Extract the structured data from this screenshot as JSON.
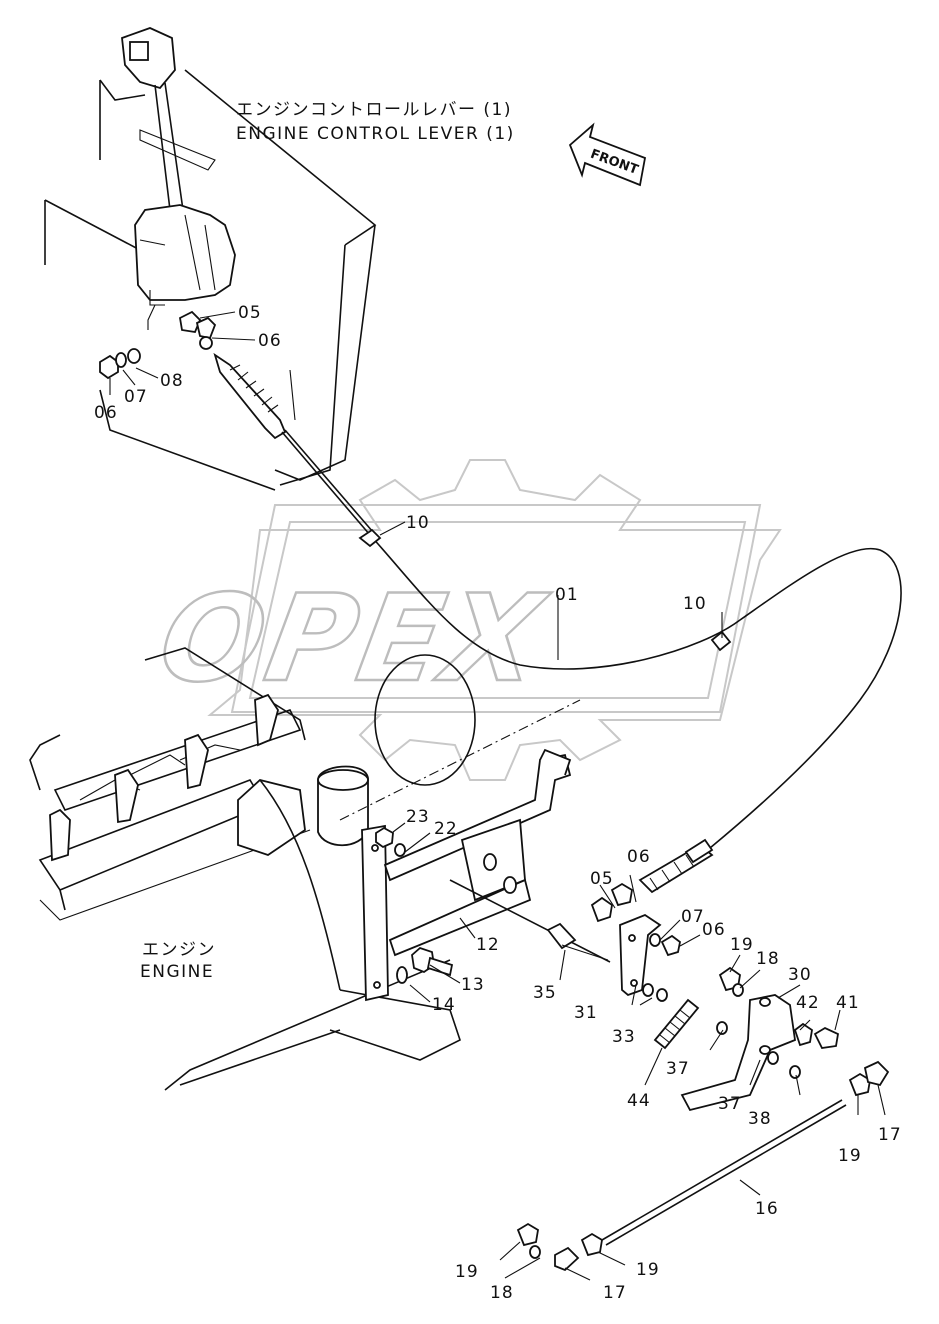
{
  "titles": {
    "lever_jp": "エンジンコントロールレバー (1)",
    "lever_en": "ENGINE CONTROL LEVER (1)",
    "engine_jp": "エンジン",
    "engine_en": "ENGINE",
    "front": "FRONT",
    "watermark": "OPEX"
  },
  "labels": {
    "l05a": "05",
    "l06a": "06",
    "l08": "08",
    "l06b": "06",
    "l07a": "07",
    "l10a": "10",
    "l01": "01",
    "l10b": "10",
    "l23": "23",
    "l22": "22",
    "l06c": "06",
    "l05b": "05",
    "l07b": "07",
    "l06d": "06",
    "l12": "12",
    "l19a": "19",
    "l18a": "18",
    "l30": "30",
    "l13": "13",
    "l14": "14",
    "l35": "35",
    "l31": "31",
    "l33": "33",
    "l42": "42",
    "l41": "41",
    "l37a": "37",
    "l44": "44",
    "l37b": "37",
    "l38": "38",
    "l19b": "19",
    "l17a": "17",
    "l16": "16",
    "l19c": "19",
    "l18b": "18",
    "l19d": "19",
    "l17b": "17"
  }
}
